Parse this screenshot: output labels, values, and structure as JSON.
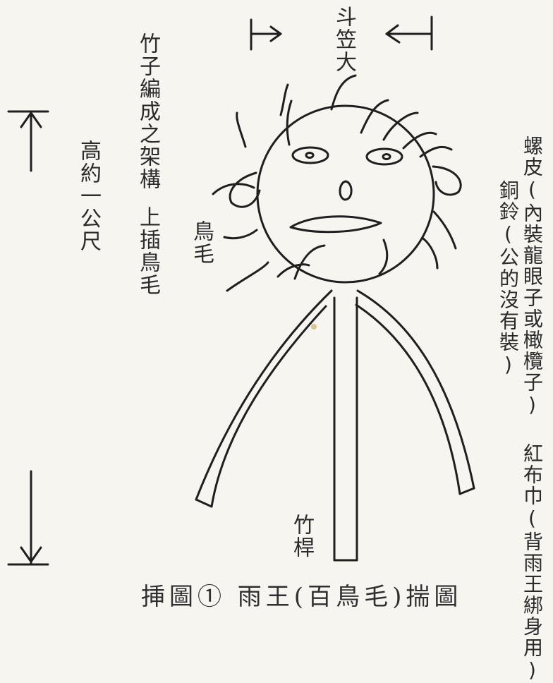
{
  "labels": {
    "hat_size": "斗笠大",
    "bamboo_frame": "竹子編成之架構",
    "height": "高約一公尺",
    "insert_feathers": "上插鳥毛",
    "bird_feathers": "鳥毛",
    "bamboo_pole": "竹桿",
    "copper_bell": "銅鈴(公的沒有裝)",
    "snail_shell": "螺皮(內裝龍眼子或橄欖子)",
    "red_cloth": "紅布巾(背雨王綁身用)"
  },
  "caption": "挿圖① 雨王(百鳥毛)揣圖"
}
